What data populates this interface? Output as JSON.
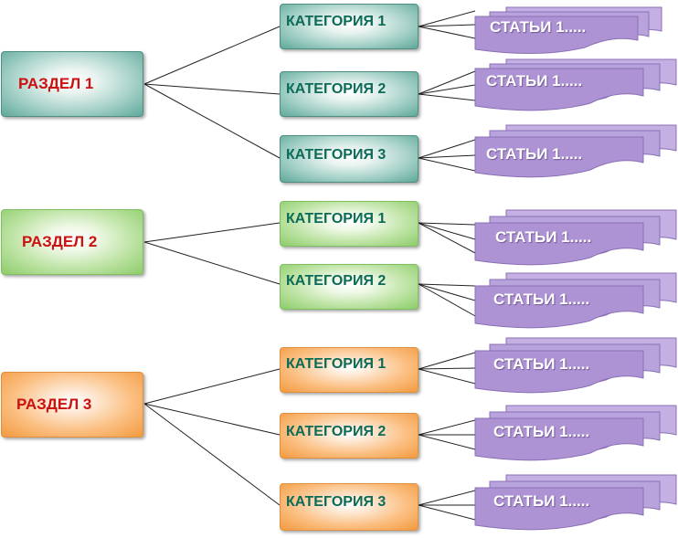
{
  "sections": [
    {
      "label": "РАЗДЕЛ 1",
      "categories": [
        {
          "label": "КАТЕГОРИЯ 1",
          "articles": "СТАТЬИ 1....."
        },
        {
          "label": "КАТЕГОРИЯ 2",
          "articles": "СТАТЬИ 1....."
        },
        {
          "label": "КАТЕГОРИЯ 3",
          "articles": "СТАТЬИ 1....."
        }
      ]
    },
    {
      "label": "РАЗДЕЛ 2",
      "categories": [
        {
          "label": "КАТЕГОРИЯ 1",
          "articles": "СТАТЬИ 1....."
        },
        {
          "label": "КАТЕГОРИЯ 2",
          "articles": "СТАТЬИ 1....."
        }
      ]
    },
    {
      "label": "РАЗДЕЛ 3",
      "categories": [
        {
          "label": "КАТЕГОРИЯ 1",
          "articles": "СТАТЬИ 1....."
        },
        {
          "label": "КАТЕГОРИЯ 2",
          "articles": "СТАТЬИ 1....."
        },
        {
          "label": "КАТЕГОРИЯ 3",
          "articles": "СТАТЬИ 1....."
        }
      ]
    }
  ],
  "colors": {
    "section_1": "#5fa89a",
    "section_2": "#8ccc6a",
    "section_3": "#f29a3e",
    "articles": "#b39ad6",
    "section_text": "#cc1111",
    "category_text": "#0c6b57",
    "connector": "#222222"
  }
}
